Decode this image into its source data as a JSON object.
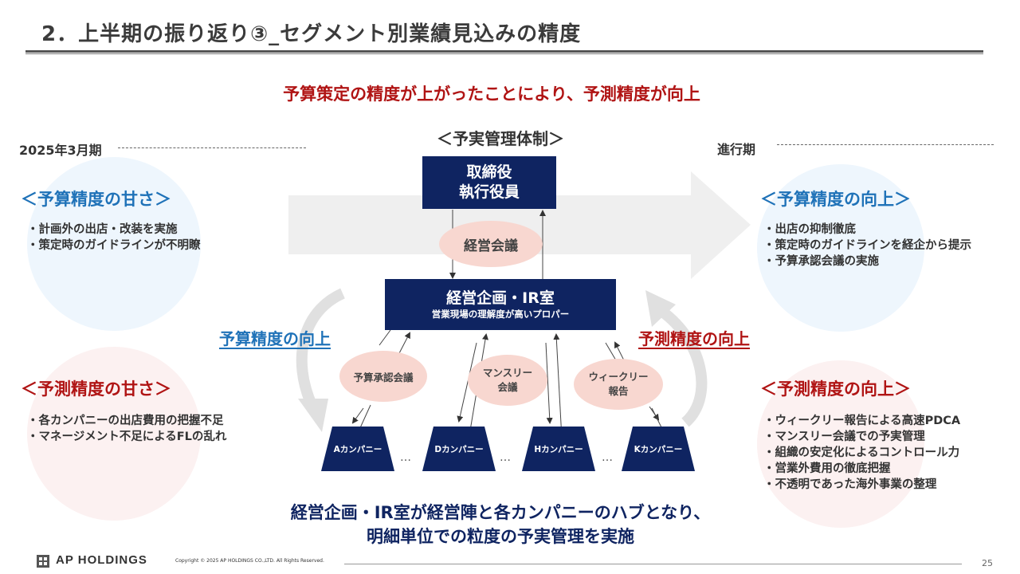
{
  "page": {
    "title": "2．上半期の振り返り③_セグメント別業績見込みの精度",
    "headline": "予算策定の精度が上がったことにより、予測精度が向上",
    "page_number": "25"
  },
  "periods": {
    "left": "2025年3月期",
    "right": "進行期"
  },
  "structure": {
    "header": "＜予実管理体制＞",
    "top_box": {
      "line1": "取締役",
      "line2": "執行役員"
    },
    "management_meeting": "経営会議",
    "mid_box": {
      "main": "経営企画・IR室",
      "sub": "営業現場の理解度が高いプロパー"
    },
    "meetings": [
      {
        "line1": "予算承認会議",
        "line2": ""
      },
      {
        "line1": "マンスリー",
        "line2": "会議"
      },
      {
        "line1": "ウィークリー",
        "line2": "報告"
      }
    ],
    "companies": [
      "Aカンパニー",
      "Dカンパニー",
      "Hカンパニー",
      "Kカンパニー"
    ],
    "ellipsis": "…",
    "label_budget_up": "予算精度の向上",
    "label_forecast_up": "予測精度の向上"
  },
  "left_panel": {
    "budget": {
      "heading": "＜予算精度の甘さ＞",
      "bullets": [
        "・計画外の出店・改装を実施",
        "・策定時のガイドラインが不明瞭"
      ]
    },
    "forecast": {
      "heading": "＜予測精度の甘さ＞",
      "bullets": [
        "・各カンパニーの出店費用の把握不足",
        "・マネージメント不足によるFLの乱れ"
      ]
    }
  },
  "right_panel": {
    "budget": {
      "heading": "＜予算精度の向上＞",
      "bullets": [
        "・出店の抑制徹底",
        "・策定時のガイドラインを経企から提示",
        "・予算承認会議の実施"
      ]
    },
    "forecast": {
      "heading": "＜予測精度の向上＞",
      "bullets": [
        "・ウィークリー報告による高速PDCA",
        "・マンスリー会議での予実管理",
        "・組織の安定化によるコントロール力",
        "・営業外費用の徹底把握",
        "・不透明であった海外事業の整理"
      ]
    }
  },
  "statement": {
    "line1": "経営企画・IR室が経営陣と各カンパニーのハブとなり、",
    "line2": "明細単位での粒度の予実管理を実施"
  },
  "footer": {
    "brand": "AP HOLDINGS",
    "copyright": "Copyright © 2025 AP HOLDINGS CO.,LTD.  All Rights Reserved."
  },
  "colors": {
    "navy": "#0f2461",
    "blue_accent": "#1f72b8",
    "red_accent": "#b01414",
    "ellipse_pink": "#f8d7d0"
  }
}
